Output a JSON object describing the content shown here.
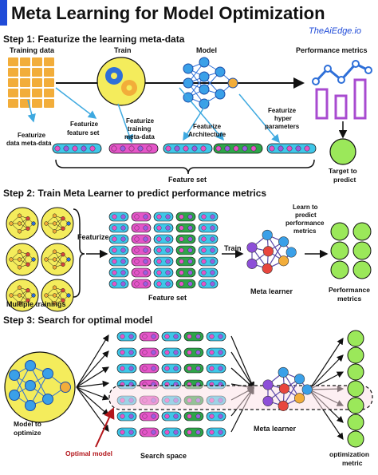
{
  "header": {
    "title": "Meta Learning for Model Optimization",
    "brand": "TheAiEdge.io",
    "accent": "#1f4bd8"
  },
  "step1": {
    "heading": "Step 1: Featurize the learning meta-data",
    "col_training": "Training data",
    "col_train": "Train",
    "col_model": "Model",
    "col_perf": "Performance metrics",
    "lbl_data_meta": [
      "Featurize",
      "data meta-data"
    ],
    "lbl_feature_set": [
      "Featurize",
      "feature set"
    ],
    "lbl_training_meta": [
      "Featurize",
      "training",
      "meta-data"
    ],
    "lbl_architecture": [
      "Featurize",
      "Architecture"
    ],
    "lbl_hyper": [
      "Featurize",
      "hyper",
      "parameters"
    ],
    "feature_set": "Feature set",
    "target": [
      "Target to",
      "predict"
    ]
  },
  "step2": {
    "heading": "Step 2: Train Meta Learner to predict performance metrics",
    "multiple": "Multiple trainings",
    "featurize": "Featurize",
    "feature_set": "Feature set",
    "train": "Train",
    "meta_learner": "Meta learner",
    "learn_to": [
      "Learn to",
      "predict",
      "performance",
      "metrics"
    ],
    "perf": [
      "Performance",
      "metrics"
    ]
  },
  "step3": {
    "heading": "Step 3: Search for optimal model",
    "model_to": [
      "Model to",
      "optimize"
    ],
    "optimal": "Optimal model",
    "search_space": "Search space",
    "meta_learner": "Meta learner",
    "opt_metric": [
      "optimization",
      "metric"
    ]
  },
  "colors": {
    "blue": "#2e6fd8",
    "pink": "#e455c8",
    "cyan": "#3fc6e8",
    "green": "#2ea54a",
    "yellow": "#f4ec5c",
    "orange": "#f2ad3a",
    "light_green": "#9be85a",
    "dark_red": "#b3161b"
  }
}
